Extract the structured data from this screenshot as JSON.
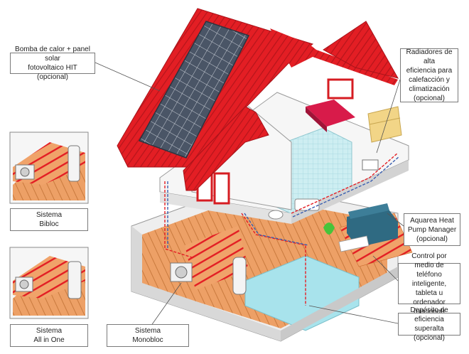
{
  "labels": {
    "heat_pump_solar": "Bomba de calor + panel solar\nfotovoltaico HIT (opcional)",
    "radiators": "Radiadores de alta\neficiencia para\ncalefacción y\nclimatización\n(opcional)",
    "aquarea_manager": "Aquarea Heat\nPump Manager\n(opcional)",
    "smart_control": "Control por medio de\nteléfono inteligente,\ntableta u ordenador\n(opcional)",
    "tank": "Depósito de eficiencia\nsuperalta (opcional)",
    "bibloc": "Sistema\nBibloc",
    "all_in_one": "Sistema\nAll in One",
    "monobloc": "Sistema\nMonobloc"
  },
  "colors": {
    "roof": "#e31e24",
    "roof_dark": "#b5151b",
    "wall": "#f4f4f4",
    "floor_wood": "#e89a5c",
    "bath_tile": "#cdeef2",
    "pipe_hot": "#e31e24",
    "pipe_cold": "#3a5fb0",
    "solar": "#4a5566",
    "sofa": "#2f6a82",
    "leader": "#555555"
  }
}
